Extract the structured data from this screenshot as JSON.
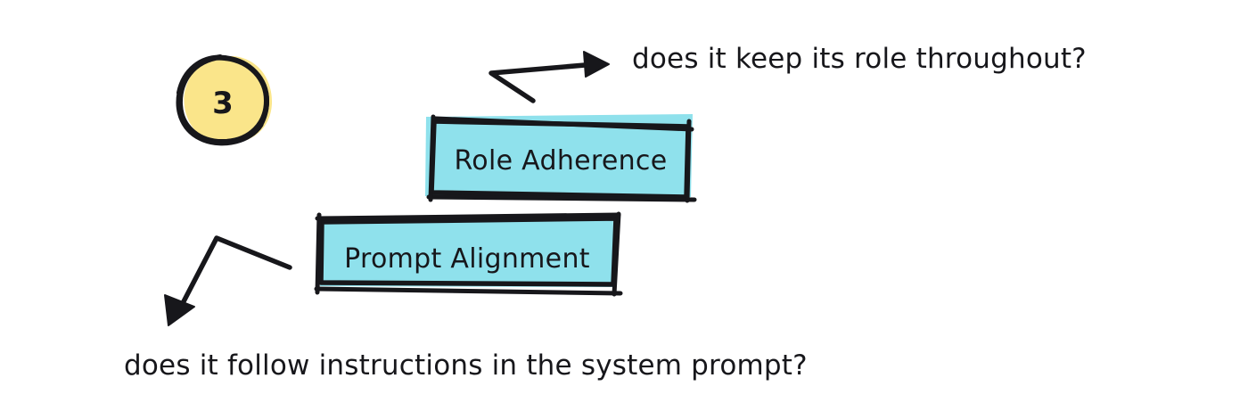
{
  "diagram": {
    "title_number": "3",
    "colors": {
      "ink": "#17171b",
      "box_fill": "#8fe1ec",
      "badge_fill": "#fae58a",
      "background": "#ffffff"
    },
    "badge": {
      "label": "3",
      "shape": "hand-drawn-circle"
    },
    "nodes": [
      {
        "id": "role-adherence",
        "label": "Role Adherence",
        "fill": "#8fe1ec",
        "shape": "hand-drawn-rectangle"
      },
      {
        "id": "prompt-alignment",
        "label": "Prompt Alignment",
        "fill": "#8fe1ec",
        "shape": "hand-drawn-rectangle"
      }
    ],
    "annotations": [
      {
        "id": "role-adherence-question",
        "text": "does it keep its role throughout?",
        "points_from": "role-adherence",
        "arrow": "bent-arrow-up-right"
      },
      {
        "id": "prompt-alignment-question",
        "text": "does it follow instructions in the system prompt?",
        "points_from": "prompt-alignment",
        "arrow": "bent-arrow-down-left"
      }
    ]
  }
}
